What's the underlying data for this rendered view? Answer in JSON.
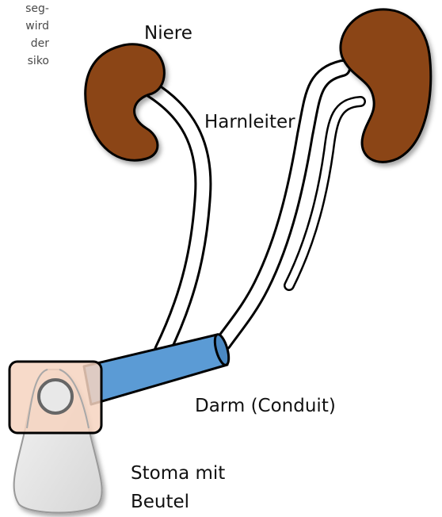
{
  "intro_text_fragments": [
    "seg-",
    "wird",
    "der",
    "siko"
  ],
  "labels": {
    "kidney": "Niere",
    "ureter": "Harnleiter",
    "bowel": "Darm (Conduit)",
    "stoma_line1": "Stoma mit",
    "stoma_line2": "Beutel"
  },
  "colors": {
    "kidney": "#8b4513",
    "ureter": "#ffffff",
    "bowel": "#5b9bd5",
    "stoma_plate": "#f6d3c0",
    "pouch": "#e6e6e6"
  }
}
